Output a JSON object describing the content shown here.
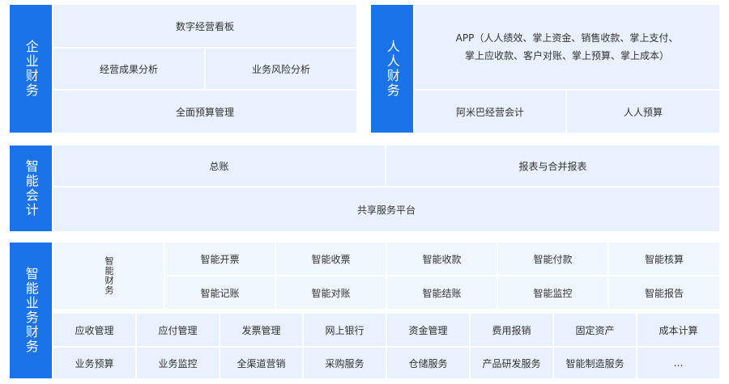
{
  "enterprise": {
    "header": "企业财务",
    "dashboard": "数字经营看板",
    "results_analysis": "经营成果分析",
    "risk_analysis": "业务风险分析",
    "budget": "全面预算管理"
  },
  "personal": {
    "header": "人人财务",
    "app_line1": "APP（人人绩效、掌上资金、销售收款、掌上支付、",
    "app_line2": "掌上应收款、客户对账、掌上预算、掌上成本）",
    "amoeba": "阿米巴经营会计",
    "budget": "人人预算"
  },
  "accounting": {
    "header": "智能会计",
    "general_ledger": "总账",
    "reports": "报表与合并报表",
    "shared_platform": "共享服务平台"
  },
  "business": {
    "header": "智能业务财务",
    "smart_finance": "智能财务",
    "row1": [
      "智能开票",
      "智能收票",
      "智能收款",
      "智能付款",
      "智能核算"
    ],
    "row2": [
      "智能记账",
      "智能对账",
      "智能结账",
      "智能监控",
      "智能报告"
    ],
    "row3": [
      "应收管理",
      "应付管理",
      "发票管理",
      "网上银行",
      "资金管理",
      "费用报销",
      "固定资产",
      "成本计算"
    ],
    "row4": [
      "业务预算",
      "业务监控",
      "全渠道营销",
      "采购服务",
      "仓储服务",
      "产品研发服务",
      "智能制造服务",
      "…"
    ]
  }
}
